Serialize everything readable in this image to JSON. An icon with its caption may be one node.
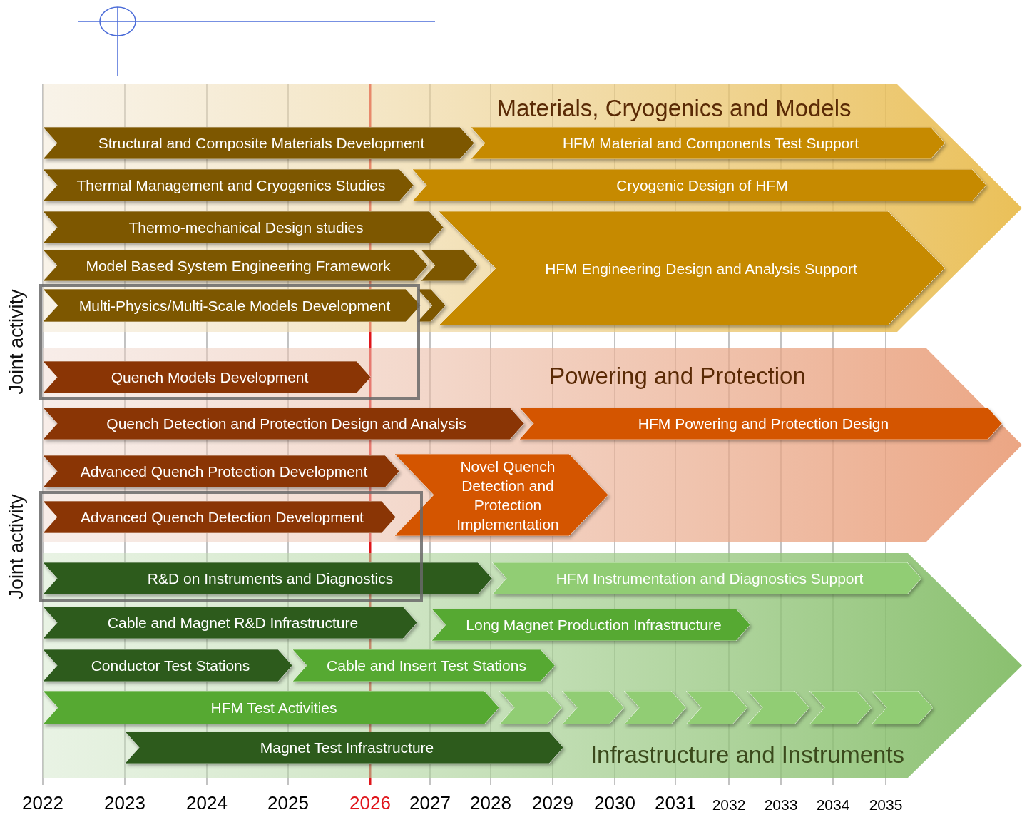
{
  "diagram": {
    "nodes": [
      {
        "text": [
          "Materials, Cryogenics and Models"
        ]
      },
      {
        "text": [
          "Structural and Composite Materials Development"
        ],
        "in": 0
      },
      {
        "text": [
          "HFM Material and Components Test Support"
        ],
        "in": 0
      },
      {
        "text": [
          "Thermal Management and Cryogenics Studies"
        ],
        "in": 0
      },
      {
        "text": [
          "Cryogenic Design of HFM"
        ],
        "in": 0
      },
      {
        "text": [
          "Thermo-mechanical Design studies"
        ],
        "in": 0
      },
      {
        "text": [
          "HFM Engineering Design and Analysis Support"
        ],
        "in": 0
      },
      {
        "text": [
          "Model Based System Engineering Framework"
        ],
        "in": 0
      },
      {
        "text": [],
        "shape": "chevron",
        "in": 0
      },
      {
        "text": [
          "Joint activity"
        ]
      },
      {
        "text": [
          "Multi-Physics/Multi-Scale Models Development"
        ]
      },
      {
        "text": [],
        "shape": "chevron",
        "in": 0
      },
      {
        "text": [
          "Powering and Protection"
        ]
      },
      {
        "text": [
          "Quench Models Development"
        ]
      },
      {
        "text": [
          "Quench Detection and Protection Design and Analysis"
        ],
        "in": 12
      },
      {
        "text": [
          "HFM Powering and Protection Design"
        ],
        "in": 12
      },
      {
        "text": [
          "Advanced Quench Protection Development"
        ],
        "in": 12
      },
      {
        "text": [
          "Novel Quench Detection and Protection Implementation"
        ],
        "in": 12
      },
      {
        "text": [
          "Joint activity"
        ]
      },
      {
        "text": [
          "Advanced Quench Detection Development"
        ]
      },
      {
        "text": [
          "Infrastructure and Instruments"
        ]
      },
      {
        "text": [
          "R&D on Instruments and Diagnostics"
        ],
        "in": 20
      },
      {
        "text": [
          "HFM Instrumentation and Diagnostics Support"
        ],
        "in": 20
      },
      {
        "text": [
          "Cable and Magnet R&D Infrastructure"
        ],
        "in": 20
      },
      {
        "text": [
          "Long Magnet Production Infrastructure"
        ],
        "in": 20
      },
      {
        "text": [
          "Conductor Test Stations"
        ],
        "in": 20
      },
      {
        "text": [
          "Cable and Insert Test Stations"
        ],
        "in": 20
      },
      {
        "text": [
          "HFM Test Activities"
        ],
        "in": 20
      },
      {
        "text": [],
        "shape": "chevron",
        "in": 20
      },
      {
        "text": [],
        "shape": "chevron",
        "in": 20
      },
      {
        "text": [],
        "shape": "chevron",
        "in": 20
      },
      {
        "text": [],
        "shape": "chevron",
        "in": 20
      },
      {
        "text": [],
        "shape": "chevron",
        "in": 20
      },
      {
        "text": [],
        "shape": "chevron",
        "in": 20
      },
      {
        "text": [],
        "shape": "chevron",
        "in": 20
      },
      {
        "text": [
          "Magnet Test Infrastructure"
        ],
        "in": 20
      }
    ],
    "labels": [
      "2022",
      "2023",
      "2024",
      "2025",
      "2026",
      "2027",
      "2028",
      "2029",
      "2030",
      "2031",
      "2032",
      "2033",
      "2034",
      "2035"
    ]
  }
}
